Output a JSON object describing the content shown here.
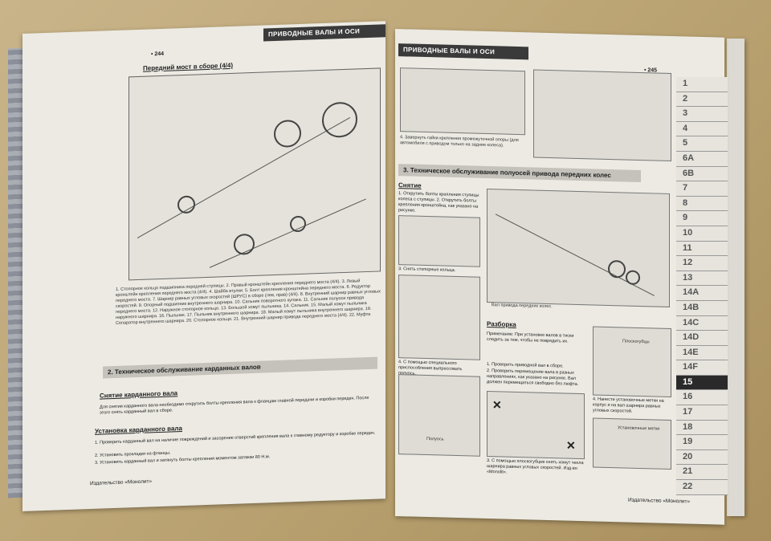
{
  "left_page": {
    "header": "ПРИВОДНЫЕ ВАЛЫ И ОСИ",
    "page_number": "• 244",
    "figure_title": "Передний мост в сборе (4/4)",
    "figure_caption": "1. Стопорное кольцо подшипника передней ступицы. 2. Правый кронштейн крепления переднего моста (4/4). 3. Левый кронштейн крепления переднего моста (4/4). 4. Шайба втулки. 5. Болт крепления кронштейна переднего моста. 6. Редуктор переднего моста. 7. Шарнир равных угловых скоростей (ШРУС) в сборе (лев, прав) (4/4). 8. Внутренний шарнир равных угловых скоростей. 9. Опорный подшипник внутреннего шарнира. 10. Сальник поворотного кулака. 11. Сальник полуоси привода переднего моста. 12. Наружное стопорное кольцо. 13. Большой хомут пыльника. 14. Сальник. 15. Малый хомут пыльника наружного шарнира. 16. Пыльник. 17. Пыльник внутреннего шарнира. 18. Малый хомут пыльника внутреннего шарнира. 19. Сепаратор внутреннего шарнира. 20. Стопорное кольцо. 21. Внутренний шарнир привода переднего моста (4/4). 22. Муфта",
    "section_title": "2. Техническое обслуживание карданных валов",
    "removal_title": "Снятие карданного вала",
    "removal_text": "Для снятия карданного вала необходимо открутить болты крепления вала к фланцам главной передачи и коробки передач. После этого снять карданный вал в сборе.",
    "install_title": "Установка карданного вала",
    "install_steps": [
      "1. Проверить карданный вал на наличие повреждений и засорение отверстий крепления вала к главному редуктору и коробке передач.",
      "2. Установить прокладки на фланцы.",
      "3. Установить карданный вал и затянуть болты крепления моментом затяжки 80 Н.м."
    ],
    "footer": "Издательство «Монолит»"
  },
  "right_page": {
    "header": "ПРИВОДНЫЕ ВАЛЫ И ОСИ",
    "page_number": "• 245",
    "fig_top_caption": "4. Завернуть гайки крепления промежуточной опоры (для автомобиля с приводом только на задние колеса).",
    "section_title": "3. Техническое обслуживание полуосей привода передних колес",
    "removal_title": "Снятие",
    "removal_text": "1. Открутить болты крепления ступицы колеса с ступицы. 2. Открутить болты крепления кронштейна, как указано на рисунке.",
    "step_snap_ring": "3. Снять стопорные кольца.",
    "step_pull": "4. С помощью специального приспособления выпрессовать полуось.",
    "axle_caption": "Вал привода передних колес.",
    "disassembly_title": "Разборка",
    "note": "Примечание: При установке валов в тиски следить за тем, чтобы не повредить их.",
    "steps": [
      "1. Проверить приводной вал в сборе.",
      "2. Проверить перемещение вала в разных направлениях, как указано на рисунке. Вал должен перемещаться свободно без люфта."
    ],
    "step_clamp": "3. С помощью плоскогубцев снять хомут чехла шарнира равных угловых скоростей. Изд-во «Monolit».",
    "step_marks": "4. Нанести установочные метки на корпус и на вал шарнира равных угловых скоростей.",
    "footer": "Издательство «Монолит»",
    "label_semi_axle": "Полуось",
    "label_flat": "Плоскогубцы",
    "label_marks": "Установочные метки"
  },
  "tabs": [
    "1",
    "2",
    "3",
    "4",
    "5",
    "6A",
    "6B",
    "7",
    "8",
    "9",
    "10",
    "11",
    "12",
    "13",
    "14A",
    "14B",
    "14C",
    "14D",
    "14E",
    "14F",
    "15",
    "16",
    "17",
    "18",
    "19",
    "20",
    "21",
    "22"
  ],
  "active_tab": "15"
}
